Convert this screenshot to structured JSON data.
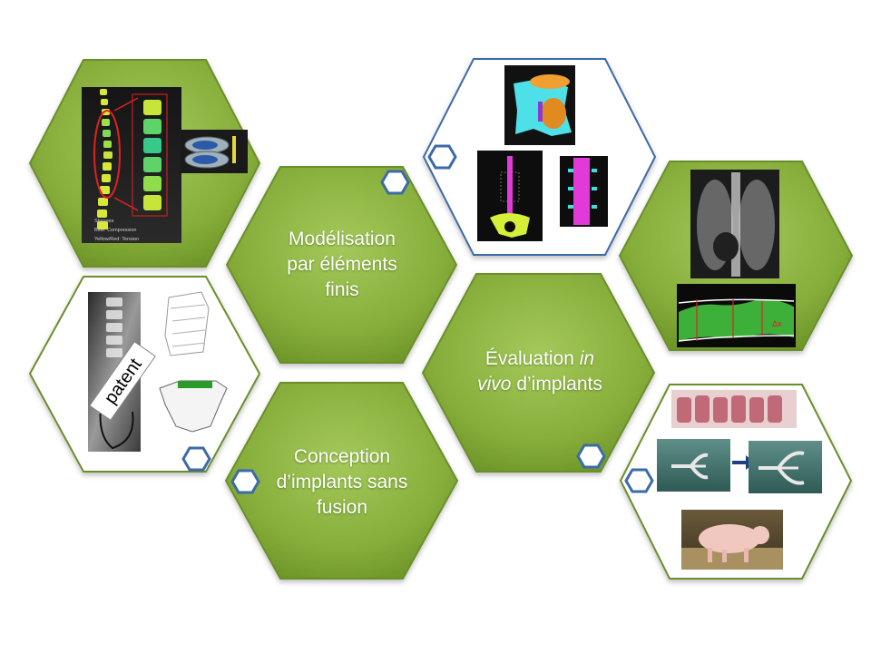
{
  "hexagons": {
    "fem": {
      "line1": "Modélisation",
      "line2": "par éléments",
      "line3": "finis"
    },
    "invivo": {
      "line1_a": "Évaluation ",
      "line1_italic": "in",
      "line2_italic": "vivo",
      "line2_b": " d’implants"
    },
    "design": {
      "line1": "Conception",
      "line2": "d’implants sans",
      "line3": "fusion"
    }
  },
  "images": {
    "fem_legend": {
      "title": "Stresses",
      "blue": "Blue: Compression",
      "yellow": "Yellow/Red: Tension"
    },
    "patent_tag": "patent",
    "xray_delta": "Δx"
  },
  "colors": {
    "hex_green": "#8cb040",
    "hex_green_dark": "#5f8a22",
    "hex_border": "#6a8f2c",
    "blue_outline": "#3d6aa8",
    "connector_fill": "#ffffff"
  }
}
